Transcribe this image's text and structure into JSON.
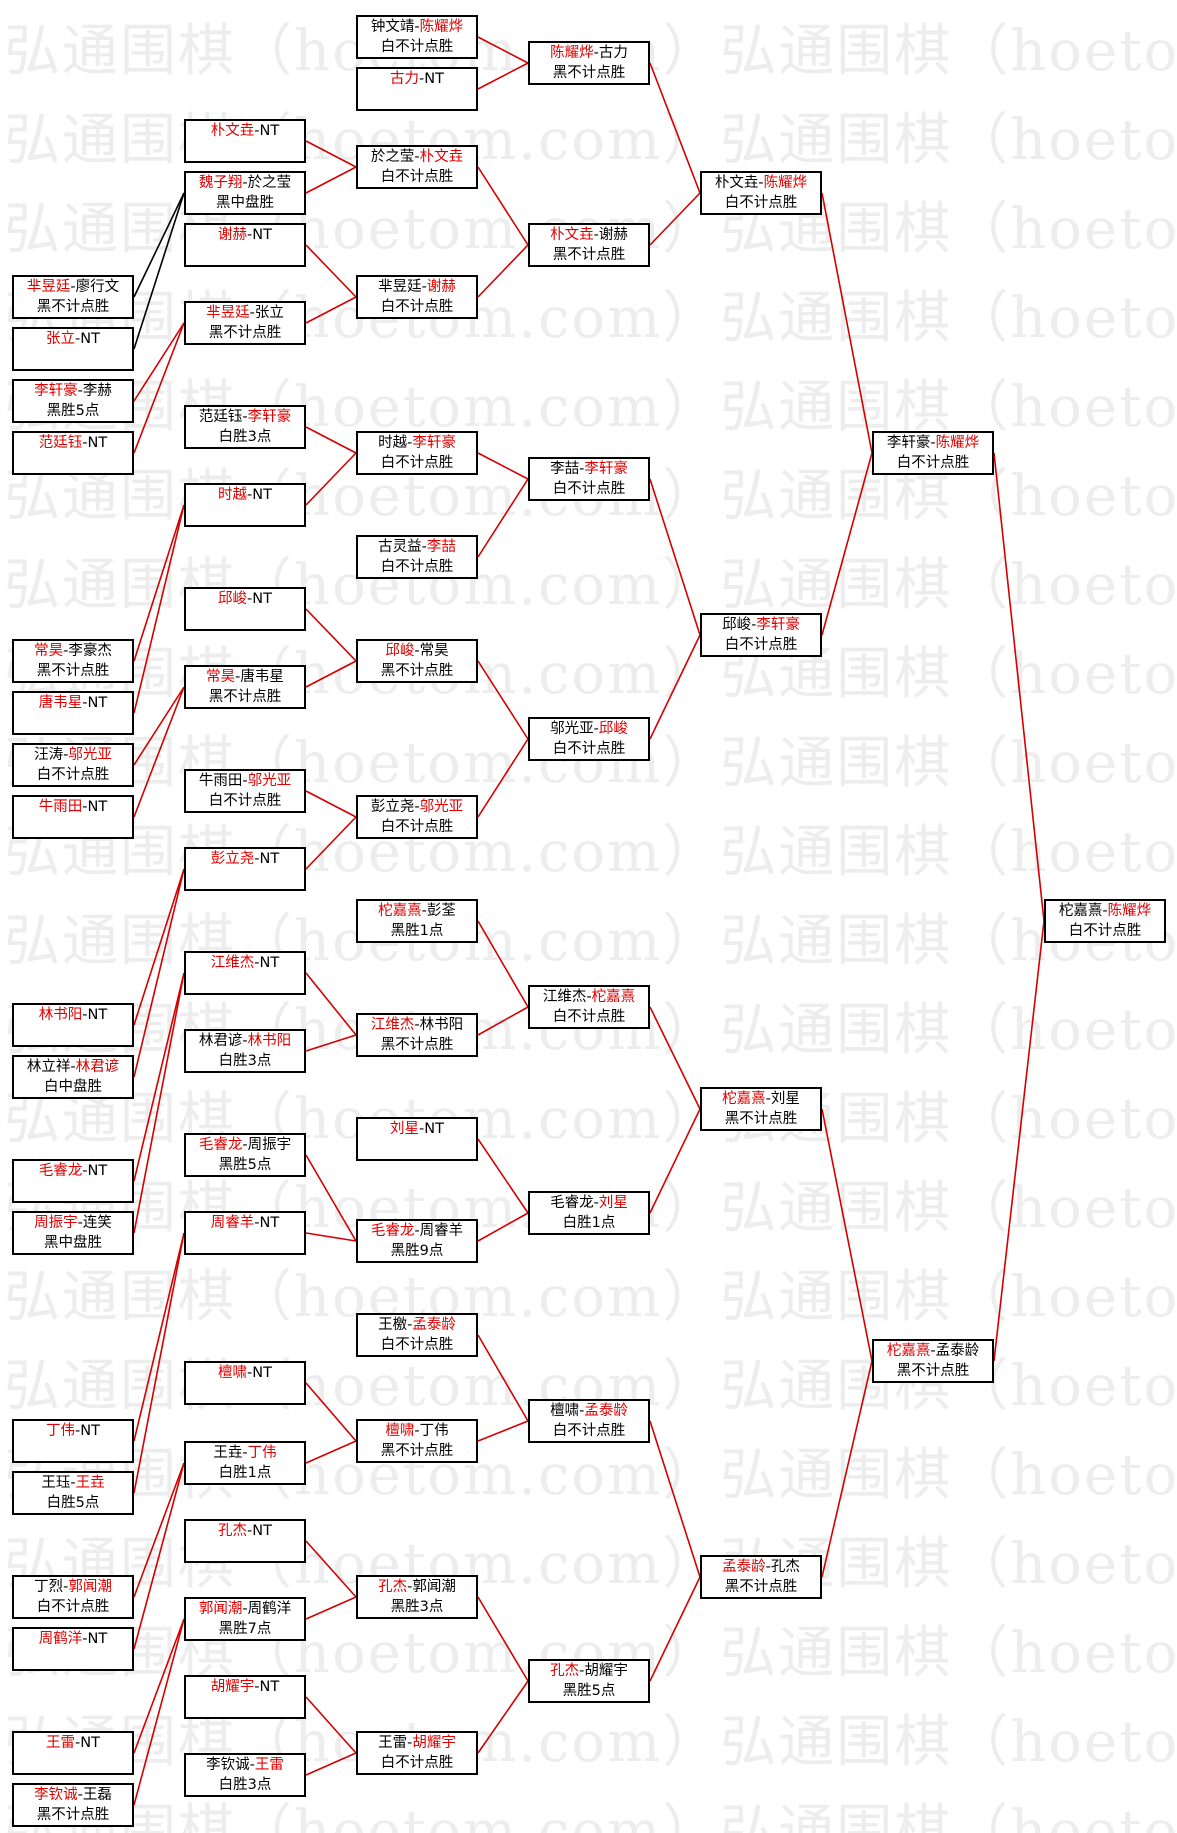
{
  "watermark": "弘通围棋（hoetom.com）",
  "colors": {
    "winner": "#e00000",
    "line_win": "#d40000",
    "line_lose": "#000000"
  },
  "round1": [
    {
      "p1": "芈昱廷",
      "p2": "廖行文",
      "win": 1,
      "res": "黑不计点胜"
    },
    {
      "p1": "张立",
      "p2": "NT",
      "win": 1,
      "res": ""
    },
    {
      "p1": "李轩豪",
      "p2": "李赫",
      "win": 1,
      "res": "黑胜5点"
    },
    {
      "p1": "范廷钰",
      "p2": "NT",
      "win": 1,
      "res": ""
    },
    {
      "p1": "常昊",
      "p2": "李豪杰",
      "win": 1,
      "res": "黑不计点胜"
    },
    {
      "p1": "唐韦星",
      "p2": "NT",
      "win": 1,
      "res": ""
    },
    {
      "p1": "汪涛",
      "p2": "邬光亚",
      "win": 2,
      "res": "白不计点胜"
    },
    {
      "p1": "牛雨田",
      "p2": "NT",
      "win": 1,
      "res": ""
    },
    {
      "p1": "林书阳",
      "p2": "NT",
      "win": 1,
      "res": ""
    },
    {
      "p1": "林立祥",
      "p2": "林君谚",
      "win": 2,
      "res": "白中盘胜"
    },
    {
      "p1": "毛睿龙",
      "p2": "NT",
      "win": 1,
      "res": ""
    },
    {
      "p1": "周振宇",
      "p2": "连笑",
      "win": 1,
      "res": "黑中盘胜"
    },
    {
      "p1": "丁伟",
      "p2": "NT",
      "win": 1,
      "res": ""
    },
    {
      "p1": "王珏",
      "p2": "王垚",
      "win": 2,
      "res": "白胜5点"
    },
    {
      "p1": "丁烈",
      "p2": "郭闻潮",
      "win": 2,
      "res": "白不计点胜"
    },
    {
      "p1": "周鹤洋",
      "p2": "NT",
      "win": 1,
      "res": ""
    },
    {
      "p1": "王雷",
      "p2": "NT",
      "win": 1,
      "res": ""
    },
    {
      "p1": "李钦诚",
      "p2": "王磊",
      "win": 1,
      "res": "黑不计点胜"
    }
  ],
  "round2": [
    {
      "p1": "朴文垚",
      "p2": "NT",
      "win": 1,
      "res": ""
    },
    {
      "p1": "魏子翔",
      "p2": "於之莹",
      "win": 1,
      "res": "黑中盘胜"
    },
    {
      "p1": "谢赫",
      "p2": "NT",
      "win": 1,
      "res": ""
    },
    {
      "p1": "芈昱廷",
      "p2": "张立",
      "win": 1,
      "res": "黑不计点胜"
    },
    {
      "p1": "范廷钰",
      "p2": "李轩豪",
      "win": 2,
      "res": "白胜3点"
    },
    {
      "p1": "时越",
      "p2": "NT",
      "win": 1,
      "res": ""
    },
    {
      "p1": "邱峻",
      "p2": "NT",
      "win": 1,
      "res": ""
    },
    {
      "p1": "常昊",
      "p2": "唐韦星",
      "win": 1,
      "res": "黑不计点胜"
    },
    {
      "p1": "牛雨田",
      "p2": "邬光亚",
      "win": 2,
      "res": "白不计点胜"
    },
    {
      "p1": "彭立尧",
      "p2": "NT",
      "win": 1,
      "res": ""
    },
    {
      "p1": "江维杰",
      "p2": "NT",
      "win": 1,
      "res": ""
    },
    {
      "p1": "林君谚",
      "p2": "林书阳",
      "win": 2,
      "res": "白胜3点"
    },
    {
      "p1": "毛睿龙",
      "p2": "周振宇",
      "win": 1,
      "res": "黑胜5点"
    },
    {
      "p1": "周睿羊",
      "p2": "NT",
      "win": 1,
      "res": ""
    },
    {
      "p1": "檀啸",
      "p2": "NT",
      "win": 1,
      "res": ""
    },
    {
      "p1": "王垚",
      "p2": "丁伟",
      "win": 2,
      "res": "白胜1点"
    },
    {
      "p1": "孔杰",
      "p2": "NT",
      "win": 1,
      "res": ""
    },
    {
      "p1": "郭闻潮",
      "p2": "周鹤洋",
      "win": 1,
      "res": "黑胜7点"
    },
    {
      "p1": "胡耀宇",
      "p2": "NT",
      "win": 1,
      "res": ""
    },
    {
      "p1": "李钦诚",
      "p2": "王雷",
      "win": 2,
      "res": "白胜3点"
    }
  ],
  "round3": [
    {
      "p1": "钟文靖",
      "p2": "陈耀烨",
      "win": 2,
      "res": "白不计点胜"
    },
    {
      "p1": "古力",
      "p2": "NT",
      "win": 1,
      "res": ""
    },
    {
      "p1": "於之莹",
      "p2": "朴文垚",
      "win": 2,
      "res": "白不计点胜"
    },
    {
      "p1": "芈昱廷",
      "p2": "谢赫",
      "win": 2,
      "res": "白不计点胜"
    },
    {
      "p1": "时越",
      "p2": "李轩豪",
      "win": 2,
      "res": "白不计点胜"
    },
    {
      "p1": "古灵益",
      "p2": "李喆",
      "win": 2,
      "res": "白不计点胜"
    },
    {
      "p1": "邱峻",
      "p2": "常昊",
      "win": 1,
      "res": "黑不计点胜"
    },
    {
      "p1": "彭立尧",
      "p2": "邬光亚",
      "win": 2,
      "res": "白不计点胜"
    },
    {
      "p1": "柁嘉熹",
      "p2": "彭荃",
      "win": 1,
      "res": "黑胜1点"
    },
    {
      "p1": "江维杰",
      "p2": "林书阳",
      "win": 1,
      "res": "黑不计点胜"
    },
    {
      "p1": "刘星",
      "p2": "NT",
      "win": 1,
      "res": ""
    },
    {
      "p1": "毛睿龙",
      "p2": "周睿羊",
      "win": 1,
      "res": "黑胜9点"
    },
    {
      "p1": "王檄",
      "p2": "孟泰龄",
      "win": 2,
      "res": "白不计点胜"
    },
    {
      "p1": "檀啸",
      "p2": "丁伟",
      "win": 1,
      "res": "黑不计点胜"
    },
    {
      "p1": "孔杰",
      "p2": "郭闻潮",
      "win": 1,
      "res": "黑胜3点"
    },
    {
      "p1": "王雷",
      "p2": "胡耀宇",
      "win": 2,
      "res": "白不计点胜"
    }
  ],
  "round4": [
    {
      "p1": "陈耀烨",
      "p2": "古力",
      "win": 1,
      "res": "黑不计点胜"
    },
    {
      "p1": "朴文垚",
      "p2": "谢赫",
      "win": 1,
      "res": "黑不计点胜"
    },
    {
      "p1": "李喆",
      "p2": "李轩豪",
      "win": 2,
      "res": "白不计点胜"
    },
    {
      "p1": "邬光亚",
      "p2": "邱峻",
      "win": 2,
      "res": "白不计点胜"
    },
    {
      "p1": "江维杰",
      "p2": "柁嘉熹",
      "win": 2,
      "res": "白不计点胜"
    },
    {
      "p1": "毛睿龙",
      "p2": "刘星",
      "win": 2,
      "res": "白胜1点"
    },
    {
      "p1": "檀啸",
      "p2": "孟泰龄",
      "win": 2,
      "res": "白不计点胜"
    },
    {
      "p1": "孔杰",
      "p2": "胡耀宇",
      "win": 1,
      "res": "黑胜5点"
    }
  ],
  "round5": [
    {
      "p1": "朴文垚",
      "p2": "陈耀烨",
      "win": 2,
      "res": "白不计点胜"
    },
    {
      "p1": "邱峻",
      "p2": "李轩豪",
      "win": 2,
      "res": "白不计点胜"
    },
    {
      "p1": "柁嘉熹",
      "p2": "刘星",
      "win": 1,
      "res": "黑不计点胜"
    },
    {
      "p1": "孟泰龄",
      "p2": "孔杰",
      "win": 1,
      "res": "黑不计点胜"
    }
  ],
  "round6": [
    {
      "p1": "李轩豪",
      "p2": "陈耀烨",
      "win": 2,
      "res": "白不计点胜"
    },
    {
      "p1": "柁嘉熹",
      "p2": "孟泰龄",
      "win": 1,
      "res": "黑不计点胜"
    }
  ],
  "round7": [
    {
      "p1": "柁嘉熹",
      "p2": "陈耀烨",
      "win": 2,
      "res": "白不计点胜"
    }
  ]
}
